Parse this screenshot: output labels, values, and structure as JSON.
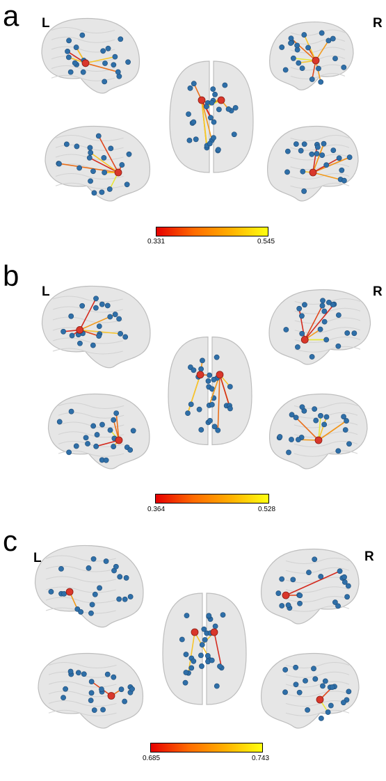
{
  "panels": [
    {
      "letter": "a",
      "left_label": "L",
      "right_label": "R",
      "colorbar": {
        "min": "0.331",
        "max": "0.545"
      }
    },
    {
      "letter": "b",
      "left_label": "L",
      "right_label": "R",
      "colorbar": {
        "min": "0.364",
        "max": "0.528"
      }
    },
    {
      "letter": "c",
      "left_label": "L",
      "right_label": "R",
      "colorbar": {
        "min": "0.685",
        "max": "0.743"
      }
    }
  ],
  "colors": {
    "brain_fill": "#e6e6e6",
    "brain_stroke": "#bdbdbd",
    "node": "#2f6fa8",
    "hub_node": "#d9372b",
    "colormap_low": "#e60000",
    "colormap_high": "#ffff10"
  }
}
